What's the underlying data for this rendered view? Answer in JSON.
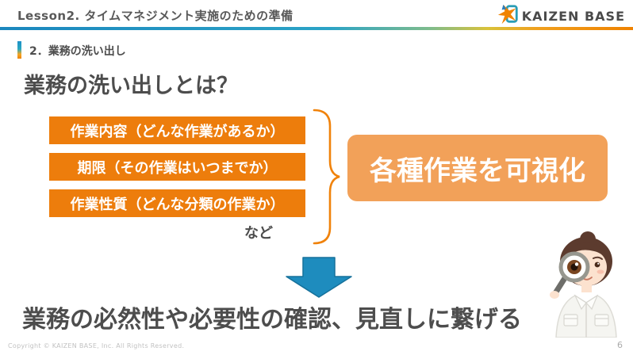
{
  "header": {
    "lesson_title": "Lesson2. タイムマネジメント実施のための準備",
    "logo_text": "KAIZEN BASE"
  },
  "section": {
    "label": "2．業務の洗い出し"
  },
  "main": {
    "question_title": "業務の洗い出しとは？",
    "work_items": [
      {
        "label": "作業内容（どんな作業があるか）"
      },
      {
        "label": "期限（その作業はいつまでか）"
      },
      {
        "label": "作業性質（どんな分類の作業か）"
      }
    ],
    "etc_label": "など",
    "result_label": "各種作業を可視化",
    "conclusion": "業務の必然性や必要性の確認、見直しに繋げる"
  },
  "footer": {
    "copyright": "Copyright ©  KAIZEN BASE, Inc.  All Rights Reserved.",
    "page_number": "6"
  },
  "colors": {
    "item_box_orange": "#ed7d0c",
    "result_box_orange": "#f2a159",
    "brace_orange": "#f0820a",
    "arrow_blue": "#1e8cbe",
    "gradient_left_blue": "#1b87be",
    "gradient_right_orange": "#ef8200",
    "text_dark_gray": "#4d4d4d"
  }
}
